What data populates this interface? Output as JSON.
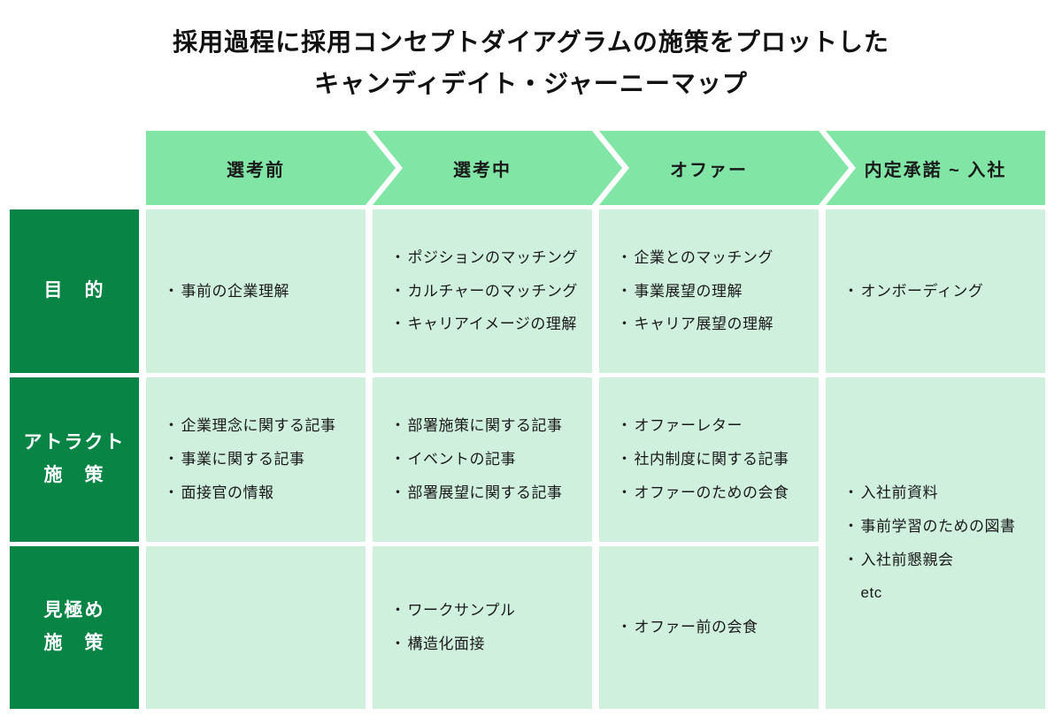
{
  "title": {
    "line1": "採用過程に採用コンセプトダイアグラムの施策をプロットした",
    "line2": "キャンディデイト・ジャーニーマップ"
  },
  "stages": [
    {
      "label": "選考前"
    },
    {
      "label": "選考中"
    },
    {
      "label": "オファー"
    },
    {
      "label": "内定承諾 ~ 入社"
    }
  ],
  "row_headers": [
    {
      "label": "目　的"
    },
    {
      "label": "アトラクト\n施　策"
    },
    {
      "label": "見極め\n施　策"
    }
  ],
  "cells": {
    "purpose_pre": {
      "items": [
        {
          "bullet": "・",
          "text": "事前の企業理解"
        }
      ]
    },
    "purpose_during": {
      "items": [
        {
          "bullet": "・",
          "text": "ポジションのマッチング"
        },
        {
          "bullet": "・",
          "text": "カルチャーのマッチング"
        },
        {
          "bullet": "・",
          "text": "キャリアイメージの理解"
        }
      ]
    },
    "purpose_offer": {
      "items": [
        {
          "bullet": "・",
          "text": "企業とのマッチング"
        },
        {
          "bullet": "・",
          "text": "事業展望の理解"
        },
        {
          "bullet": "・",
          "text": "キャリア展望の理解"
        }
      ]
    },
    "purpose_onboarding": {
      "items": [
        {
          "bullet": "・",
          "text": "オンボーディング"
        }
      ]
    },
    "attract_pre": {
      "items": [
        {
          "bullet": "・",
          "text": "企業理念に関する記事"
        },
        {
          "bullet": "・",
          "text": "事業に関する記事"
        },
        {
          "bullet": "・",
          "text": "面接官の情報"
        }
      ]
    },
    "attract_during": {
      "items": [
        {
          "bullet": "・",
          "text": "部署施策に関する記事"
        },
        {
          "bullet": "・",
          "text": "イベントの記事"
        },
        {
          "bullet": "・",
          "text": "部署展望に関する記事"
        }
      ]
    },
    "attract_offer": {
      "items": [
        {
          "bullet": "・",
          "text": "オファーレター"
        },
        {
          "bullet": "・",
          "text": "社内制度に関する記事"
        },
        {
          "bullet": "・",
          "text": "オファーのための会食"
        }
      ]
    },
    "acceptance_merged": {
      "items": [
        {
          "bullet": "・",
          "text": "入社前資料"
        },
        {
          "bullet": "・",
          "text": "事前学習のための図書"
        },
        {
          "bullet": "・",
          "text": "入社前懇親会"
        },
        {
          "bullet": "",
          "text": "etc"
        }
      ]
    },
    "assess_pre": {
      "items": []
    },
    "assess_during": {
      "items": [
        {
          "bullet": "・",
          "text": "ワークサンプル"
        },
        {
          "bullet": "・",
          "text": "構造化面接"
        }
      ]
    },
    "assess_offer": {
      "items": [
        {
          "bullet": "・",
          "text": "オファー前の会食"
        }
      ]
    }
  },
  "colors": {
    "row_header_green": "#088445",
    "stage_chevron_green": "#80E5A5",
    "cell_green": "#CFF0DD",
    "text": "#1a1a1a"
  }
}
